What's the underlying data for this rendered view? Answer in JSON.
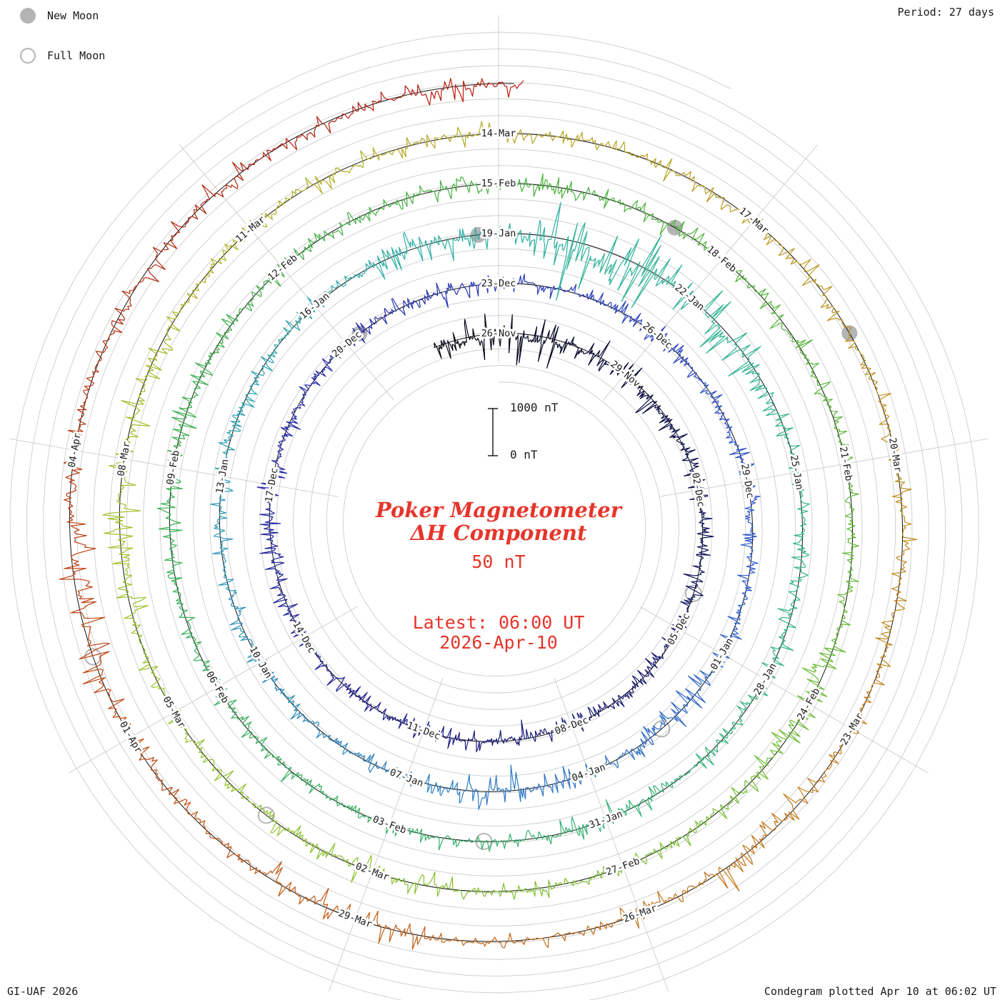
{
  "header": {
    "period_label": "Period: 27 days"
  },
  "legend": {
    "new_moon": "New Moon",
    "full_moon": "Full Moon"
  },
  "footer": {
    "left": "GI-UAF 2026",
    "right": "Condegram plotted Apr 10 at 06:02 UT"
  },
  "center": {
    "title_line1": "Poker Magnetometer",
    "title_line2": "ΔH Component",
    "title_line3": "50 nT",
    "latest_line1": "Latest: 06:00 UT",
    "latest_line2": "2026-Apr-10",
    "scale_top": "1000 nT",
    "scale_bottom": "0 nT",
    "accent_color": "#e6352b"
  },
  "chart_data": {
    "type": "line",
    "subtype": "condegram-polar-spiral",
    "title": "Poker Magnetometer ΔH Component",
    "scale_label": "50 nT",
    "period_days": 27,
    "start_date": "2025-Nov-26",
    "latest": "2026-Apr-10 06:00 UT",
    "radial_scale": {
      "bar_top_label": "1000 nT",
      "bar_bottom_label": "0 nT"
    },
    "revolution_top_dates": [
      "26-Nov",
      "23-Dec",
      "19-Jan",
      "15-Feb",
      "14-Mar"
    ],
    "trace_color_legend": "time-colored: Nov=black, Dec=navy/blue, Jan=blue/teal, Feb=green, Mar=olive/orange, Apr=red",
    "date_labels": [
      {
        "label": "26-Nov",
        "day": 0
      },
      {
        "label": "29-Nov",
        "day": 3
      },
      {
        "label": "02-Dec",
        "day": 6
      },
      {
        "label": "05-Dec",
        "day": 9
      },
      {
        "label": "08-Dec",
        "day": 12
      },
      {
        "label": "11-Dec",
        "day": 15
      },
      {
        "label": "14-Dec",
        "day": 18
      },
      {
        "label": "17-Dec",
        "day": 21
      },
      {
        "label": "20-Dec",
        "day": 24
      },
      {
        "label": "23-Dec",
        "day": 27
      },
      {
        "label": "26-Dec",
        "day": 30
      },
      {
        "label": "29-Dec",
        "day": 33
      },
      {
        "label": "01-Jan",
        "day": 36
      },
      {
        "label": "04-Jan",
        "day": 39
      },
      {
        "label": "07-Jan",
        "day": 42
      },
      {
        "label": "10-Jan",
        "day": 45
      },
      {
        "label": "13-Jan",
        "day": 48
      },
      {
        "label": "16-Jan",
        "day": 51
      },
      {
        "label": "19-Jan",
        "day": 54
      },
      {
        "label": "22-Jan",
        "day": 57
      },
      {
        "label": "25-Jan",
        "day": 60
      },
      {
        "label": "28-Jan",
        "day": 63
      },
      {
        "label": "31-Jan",
        "day": 66
      },
      {
        "label": "03-Feb",
        "day": 69
      },
      {
        "label": "06-Feb",
        "day": 72
      },
      {
        "label": "09-Feb",
        "day": 75
      },
      {
        "label": "12-Feb",
        "day": 78
      },
      {
        "label": "15-Feb",
        "day": 81
      },
      {
        "label": "18-Feb",
        "day": 84
      },
      {
        "label": "21-Feb",
        "day": 87
      },
      {
        "label": "24-Feb",
        "day": 90
      },
      {
        "label": "27-Feb",
        "day": 93
      },
      {
        "label": "02-Mar",
        "day": 96
      },
      {
        "label": "05-Mar",
        "day": 99
      },
      {
        "label": "08-Mar",
        "day": 102
      },
      {
        "label": "11-Mar",
        "day": 105
      },
      {
        "label": "14-Mar",
        "day": 108
      },
      {
        "label": "17-Mar",
        "day": 111
      },
      {
        "label": "20-Mar",
        "day": 114
      },
      {
        "label": "23-Mar",
        "day": 117
      },
      {
        "label": "26-Mar",
        "day": 120
      },
      {
        "label": "29-Mar",
        "day": 123
      },
      {
        "label": "01-Apr",
        "day": 126
      },
      {
        "label": "04-Apr",
        "day": 129
      }
    ],
    "color_stops": [
      [
        -2,
        "#000000"
      ],
      [
        4,
        "#0b0b46"
      ],
      [
        10,
        "#161668"
      ],
      [
        16,
        "#1d1d8a"
      ],
      [
        22,
        "#2428a6"
      ],
      [
        28,
        "#2a3cba"
      ],
      [
        34,
        "#2e58c8"
      ],
      [
        40,
        "#2d76c6"
      ],
      [
        46,
        "#2b94bc"
      ],
      [
        52,
        "#2bada6"
      ],
      [
        58,
        "#2fb392"
      ],
      [
        64,
        "#33b37c"
      ],
      [
        70,
        "#36b062"
      ],
      [
        76,
        "#3bae4c"
      ],
      [
        82,
        "#49b23c"
      ],
      [
        88,
        "#5eb932"
      ],
      [
        94,
        "#80c02e"
      ],
      [
        100,
        "#9dc42c"
      ],
      [
        106,
        "#b2ae24"
      ],
      [
        112,
        "#bd981e"
      ],
      [
        118,
        "#c47a1a"
      ],
      [
        124,
        "#c25814"
      ],
      [
        129,
        "#bb3a10"
      ],
      [
        133,
        "#ae1d0e"
      ],
      [
        136,
        "#c0190e"
      ]
    ],
    "moons": {
      "new_moon_dates": [
        "2025-Dec-20",
        "2026-Jan-18",
        "2026-Feb-17",
        "2026-Mar-19"
      ],
      "full_moon_dates": [
        "2025-Dec-04",
        "2026-Jan-03",
        "2026-Feb-01",
        "2026-Mar-03",
        "2026-Apr-02"
      ],
      "new_moon_days": [
        24.3,
        53.7,
        83.3,
        112.6
      ],
      "full_moon_days": [
        8.2,
        37.6,
        67.7,
        97.4,
        126.9
      ]
    },
    "storm_events": [
      [
        -1.5,
        2.5,
        2.6
      ],
      [
        3,
        4.5,
        1.9
      ],
      [
        8,
        9,
        1.3
      ],
      [
        12,
        14,
        1.4
      ],
      [
        19.5,
        21,
        1.4
      ],
      [
        25,
        26.5,
        1.6
      ],
      [
        31,
        32,
        1.3
      ],
      [
        36.5,
        38,
        1.5
      ],
      [
        39.5,
        41,
        2.0
      ],
      [
        45,
        46,
        1.4
      ],
      [
        52,
        54,
        2.0
      ],
      [
        54.5,
        56.5,
        5.0
      ],
      [
        56.5,
        59,
        2.4
      ],
      [
        62,
        63,
        1.3
      ],
      [
        65.5,
        66.6,
        1.8
      ],
      [
        70,
        71,
        1.3
      ],
      [
        74.5,
        76,
        1.5
      ],
      [
        80.8,
        81.8,
        1.6
      ],
      [
        85,
        86,
        1.6
      ],
      [
        89,
        91,
        1.5
      ],
      [
        95.5,
        97,
        1.6
      ],
      [
        100,
        103,
        1.9
      ],
      [
        106,
        107,
        1.3
      ],
      [
        110,
        112,
        1.4
      ],
      [
        114,
        115,
        1.3
      ],
      [
        118,
        120,
        2.2
      ],
      [
        122.5,
        124,
        2.0
      ],
      [
        126.5,
        128.6,
        2.6
      ],
      [
        131,
        133,
        1.7
      ],
      [
        134,
        135.3,
        1.6
      ]
    ]
  }
}
